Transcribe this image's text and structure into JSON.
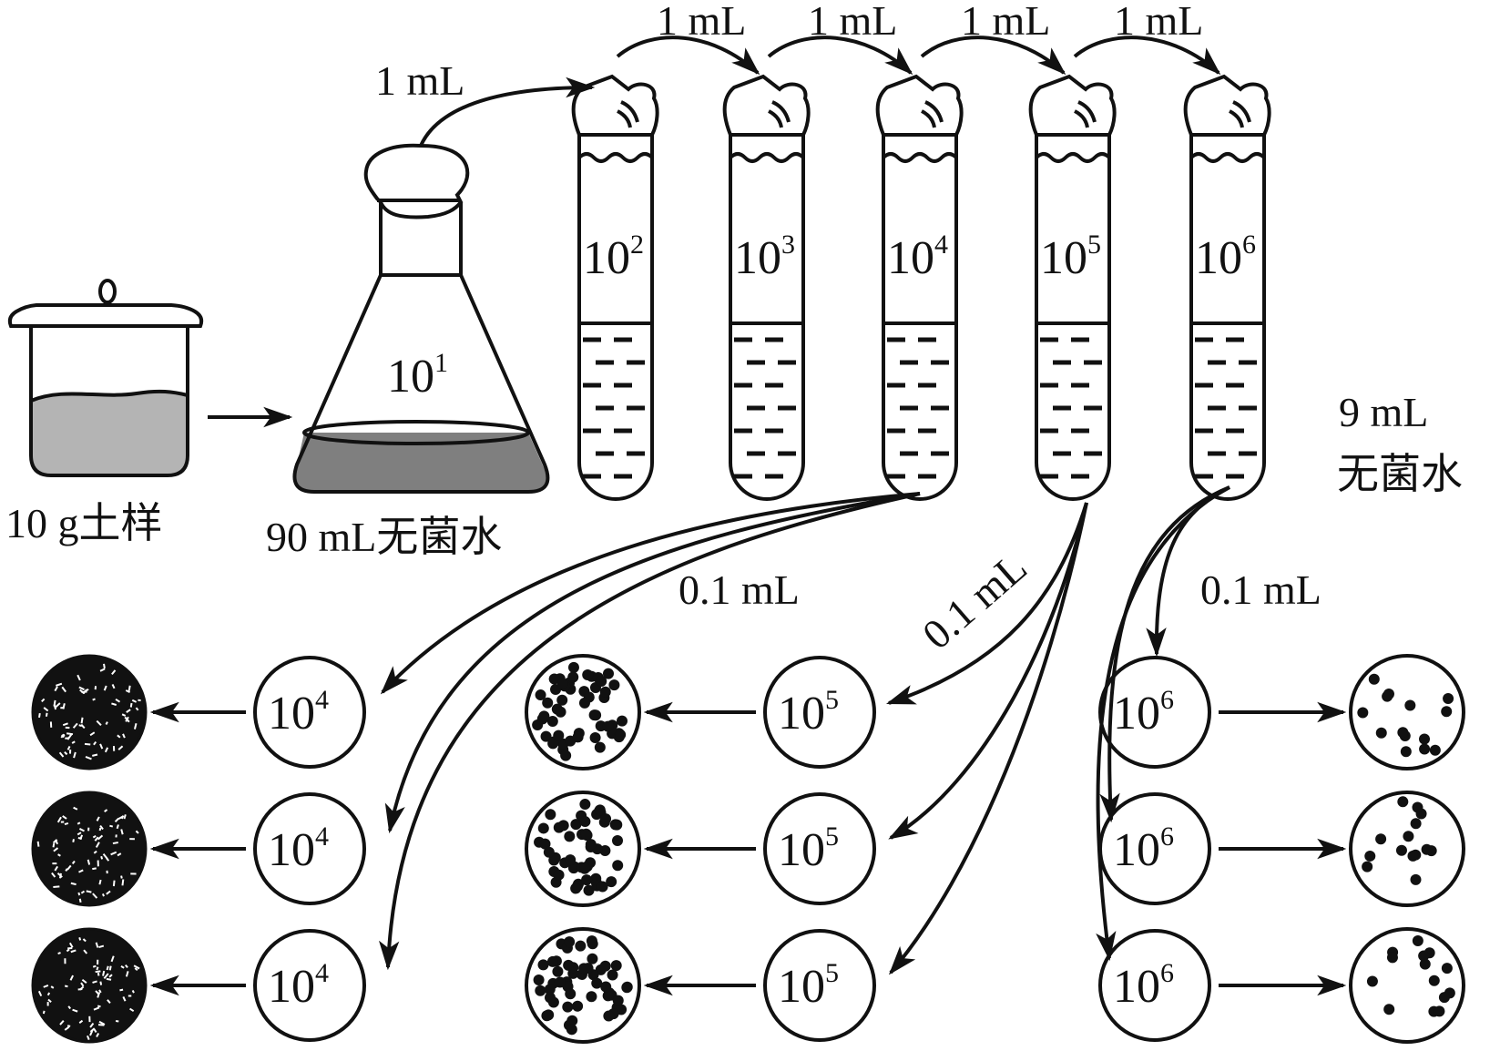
{
  "title": "Soil microbe serial dilution and plating diagram",
  "colors": {
    "ink": "#111111",
    "soil_fill": "#b4b4b4",
    "flask_liquid": "#7f7f7f",
    "flask_cap": "#c4c4c4",
    "background": "#ffffff"
  },
  "beaker": {
    "label": "10 g土样"
  },
  "flask": {
    "label": "90 mL无菌水",
    "dilution_base": "10",
    "dilution_exp": "1"
  },
  "flask_transfer_label": "1 mL",
  "tubes": [
    {
      "base": "10",
      "exp": "2"
    },
    {
      "base": "10",
      "exp": "3"
    },
    {
      "base": "10",
      "exp": "4"
    },
    {
      "base": "10",
      "exp": "5"
    },
    {
      "base": "10",
      "exp": "6"
    }
  ],
  "tube_transfer_labels": [
    "1 mL",
    "1 mL",
    "1 mL",
    "1 mL"
  ],
  "tube_water_label": {
    "line1": "9 mL",
    "line2": "无菌水"
  },
  "plating_labels": [
    "0.1 mL",
    "0.1 mL",
    "0.1 mL"
  ],
  "plate_groups": [
    {
      "base": "10",
      "exp": "4",
      "colony_density": "confluent",
      "replicates": 3
    },
    {
      "base": "10",
      "exp": "5",
      "colony_density": "many",
      "replicates": 3
    },
    {
      "base": "10",
      "exp": "6",
      "colony_density": "few",
      "replicates": 3
    }
  ]
}
